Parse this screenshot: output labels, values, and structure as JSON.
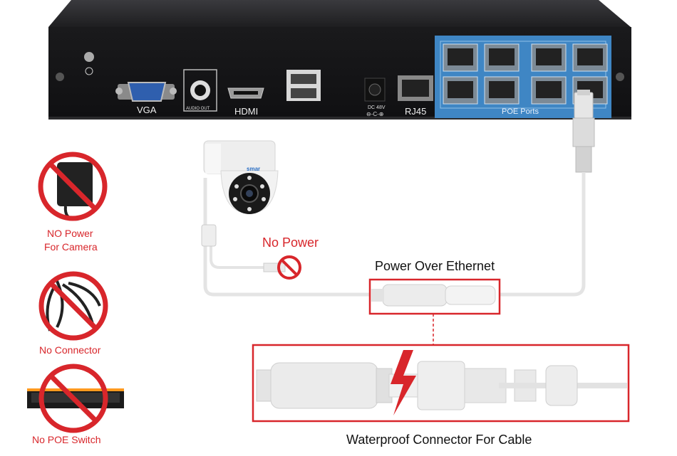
{
  "nvr": {
    "ports": {
      "vga": "VGA",
      "audio_out": "AUDIO OUT",
      "hdmi": "HDMI",
      "dc_line1": "DC 48V",
      "dc_line2": "⊖-C-⊕",
      "rj45": "RJ45",
      "poe_ports": "POE Ports"
    }
  },
  "camera": {
    "brand": "smar"
  },
  "left_panel": [
    {
      "line1": "NO Power",
      "line2": "For Camera",
      "icon": "power-adapter-icon"
    },
    {
      "line1": "No Connector",
      "line2": "",
      "icon": "splitter-cable-icon"
    },
    {
      "line1": "No POE Switch",
      "line2": "",
      "icon": "poe-switch-icon"
    }
  ],
  "labels": {
    "no_power": "No Power",
    "poe": "Power Over Ethernet",
    "waterproof": "Waterproof Connector For Cable"
  },
  "colors": {
    "accent_red": "#d8262b",
    "poe_blue": "#3f86c4",
    "nvr_body": "#1c1c1e"
  }
}
